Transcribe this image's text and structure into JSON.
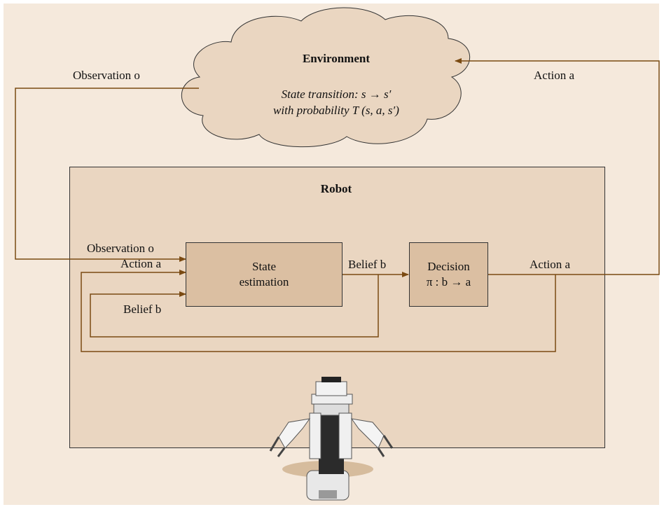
{
  "environment": {
    "title": "Environment",
    "line1": "State transition: s → s′",
    "line2": "with probability T (s, a, s′)"
  },
  "robot": {
    "title": "Robot"
  },
  "state_estimation": {
    "line1": "State",
    "line2": "estimation"
  },
  "decision": {
    "line1": "Decision",
    "line2": "π : b → a"
  },
  "labels": {
    "observation_top": "Observation o",
    "action_top": "Action a",
    "observation_in": "Observation o",
    "action_in": "Action a",
    "belief_in": "Belief b",
    "belief_out": "Belief b",
    "action_out": "Action a"
  },
  "colors": {
    "arrow": "#7a4a12",
    "background": "#f5e9dc",
    "cloud": "#ead6c1",
    "box": "#dbbfa2"
  }
}
